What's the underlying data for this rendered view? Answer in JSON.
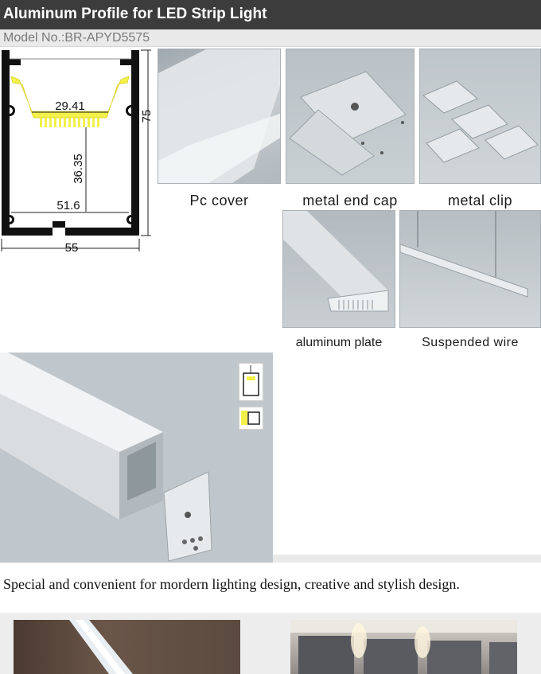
{
  "header": {
    "title": "Aluminum Profile for LED Strip Light",
    "model": "Model No.:BR-APYD5575"
  },
  "diagram": {
    "dim_top_width": "29.41",
    "dim_height_inner": "36.35",
    "dim_inner_width": "51.6",
    "dim_outer_height": "75",
    "dim_outer_width": "55"
  },
  "accessories": [
    {
      "label": "Pc cover"
    },
    {
      "label": "metal end cap"
    },
    {
      "label": "metal clip"
    },
    {
      "label": "aluminum plate"
    },
    {
      "label": "Suspended wire"
    }
  ],
  "description": "Special and convenient for mordern lighting design, creative and stylish design.",
  "colors": {
    "title_bar": "#3c3c3c",
    "led_yellow": "#f3f04a",
    "profile_black": "#111111",
    "photo_bg": "#c4cbd0"
  }
}
